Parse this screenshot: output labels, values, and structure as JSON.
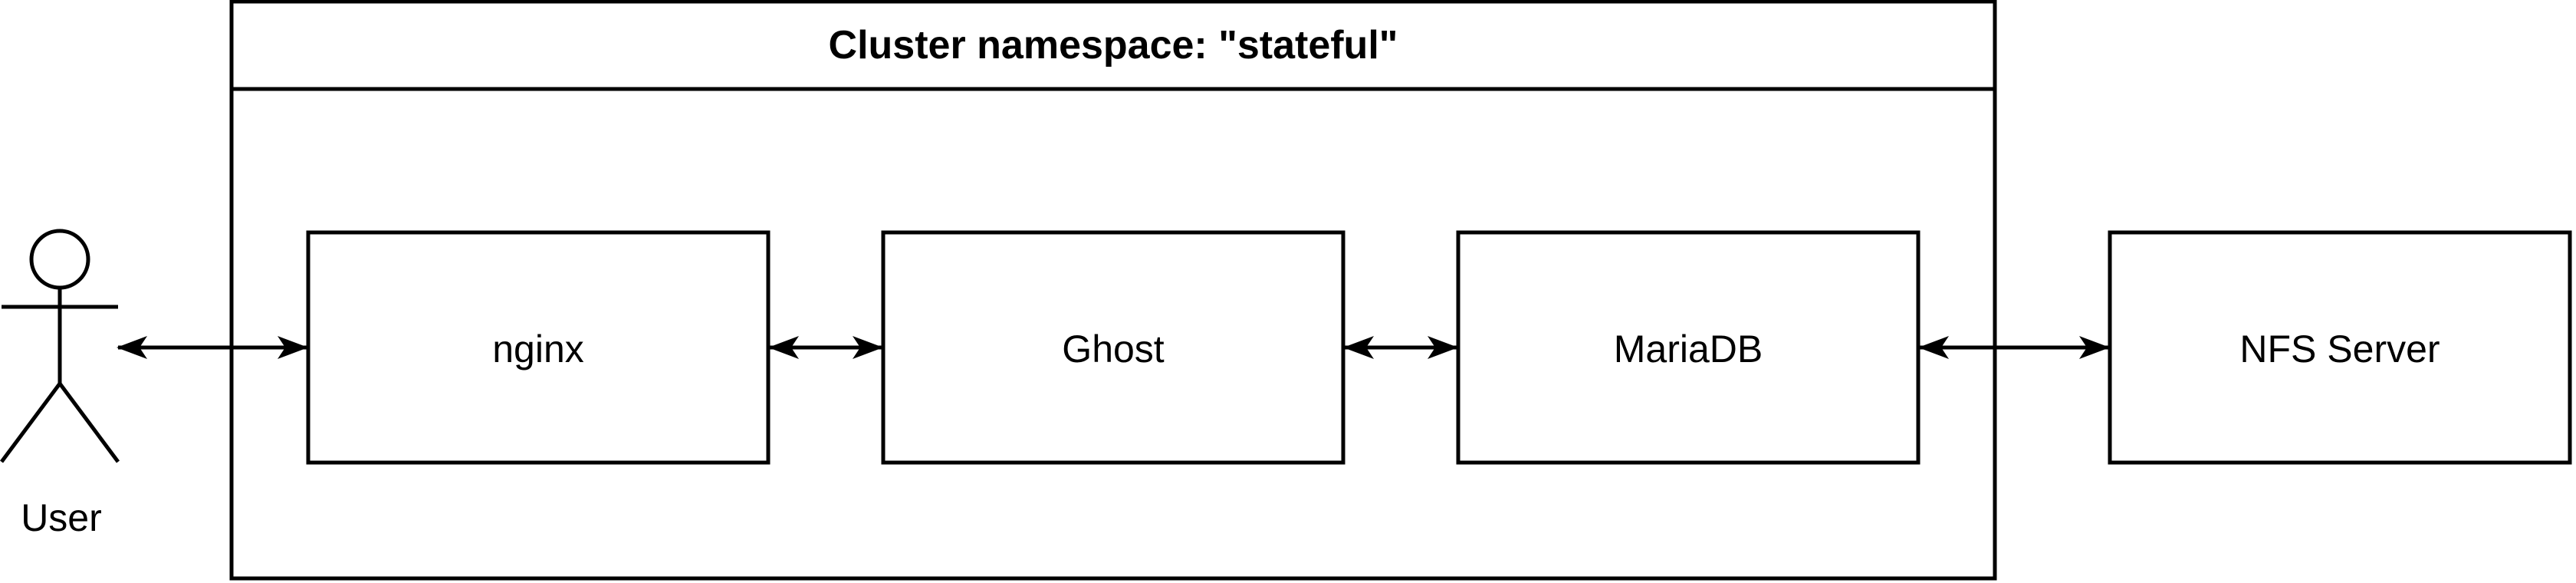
{
  "namespace": {
    "title": "Cluster namespace: \"stateful\""
  },
  "actor": {
    "label": "User"
  },
  "components": {
    "nginx": "nginx",
    "ghost": "Ghost",
    "mariadb": "MariaDB",
    "nfs": "NFS Server"
  },
  "colors": {
    "stroke": "#000000",
    "fill": "#ffffff",
    "text": "#000000"
  }
}
